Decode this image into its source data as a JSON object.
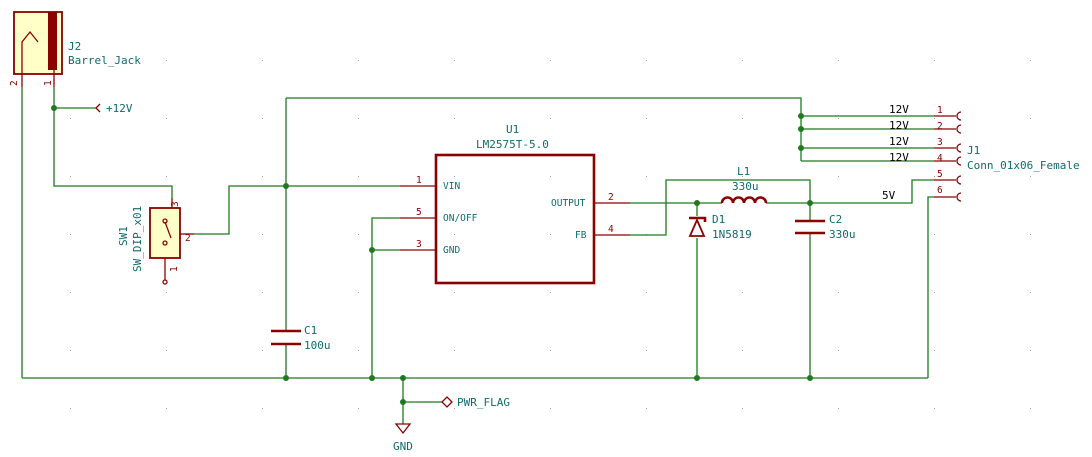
{
  "components": {
    "j2": {
      "ref": "J2",
      "value": "Barrel_Jack",
      "pin1": "1",
      "pin2": "2"
    },
    "sw1": {
      "ref": "SW1",
      "value": "SW_DIP_x01",
      "pin1": "1",
      "pin2": "2",
      "pin3": "3"
    },
    "u1": {
      "ref": "U1",
      "value": "LM2575T-5.0",
      "pins": [
        {
          "num": "1",
          "name": "VIN"
        },
        {
          "num": "5",
          "name": "ON/OFF"
        },
        {
          "num": "3",
          "name": "GND"
        },
        {
          "num": "2",
          "name": "OUTPUT"
        },
        {
          "num": "4",
          "name": "FB"
        }
      ]
    },
    "l1": {
      "ref": "L1",
      "value": "330u"
    },
    "d1": {
      "ref": "D1",
      "value": "1N5819"
    },
    "c1": {
      "ref": "C1",
      "value": "100u"
    },
    "c2": {
      "ref": "C2",
      "value": "330u"
    },
    "j1": {
      "ref": "J1",
      "value": "Conn_01x06_Female",
      "pins": [
        "1",
        "2",
        "3",
        "4",
        "5",
        "6"
      ]
    }
  },
  "power": {
    "plus12": "+12V",
    "gnd": "GND",
    "pwr_flag": "PWR_FLAG"
  },
  "net_labels": [
    "12V",
    "12V",
    "12V",
    "12V",
    "5V"
  ]
}
